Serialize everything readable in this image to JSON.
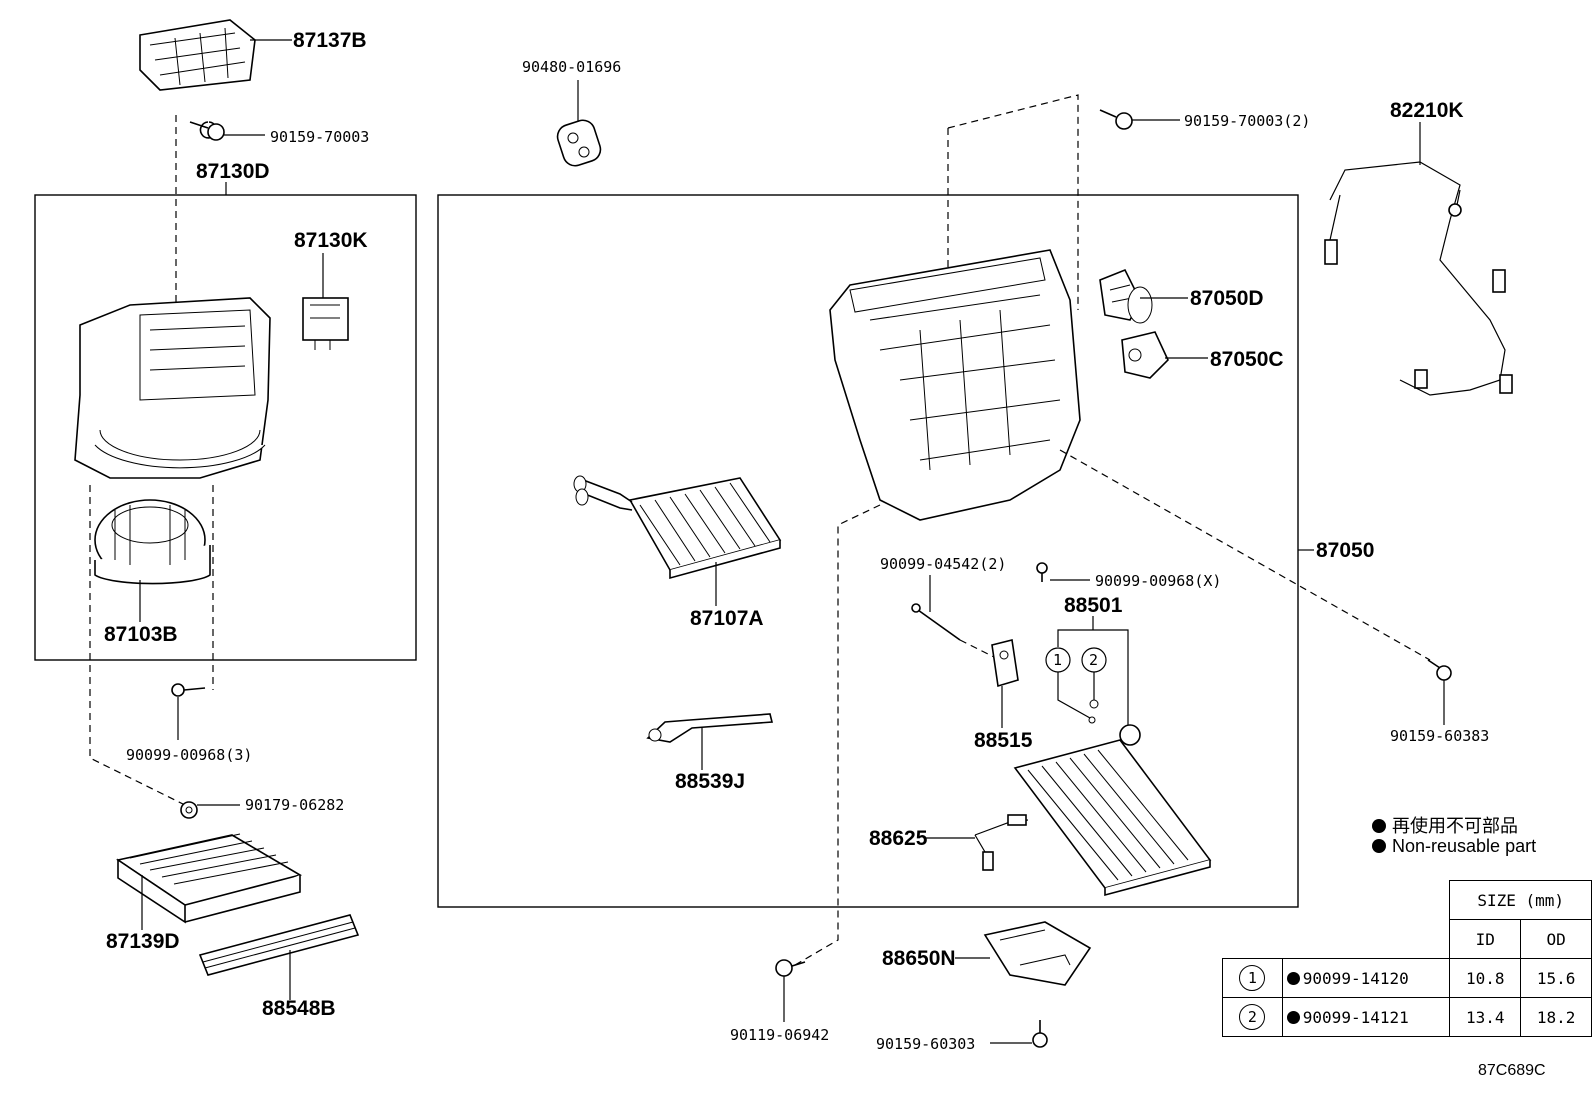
{
  "labels": {
    "p87137B": "87137B",
    "p90480": "90480-01696",
    "p90159_70003": "90159-70003",
    "p90159_70003_2": "90159-70003(2)",
    "p82210K": "82210K",
    "p87130D": "87130D",
    "p87130K": "87130K",
    "p87050D": "87050D",
    "p87050C": "87050C",
    "p87103B": "87103B",
    "p87107A": "87107A",
    "p87050": "87050",
    "p90099_04542": "90099-04542(2)",
    "p90099_00968X": "90099-00968(X)",
    "p88501": "88501",
    "p88515": "88515",
    "p90159_60383": "90159-60383",
    "p90099_00968_3": "90099-00968(3)",
    "p88539J": "88539J",
    "p90179": "90179-06282",
    "p88625": "88625",
    "p87139D": "87139D",
    "p88548B": "88548B",
    "p88650N": "88650N",
    "p90119": "90119-06942",
    "p90159_60303": "90159-60303",
    "c1": "1",
    "c2": "2"
  },
  "legend": {
    "line1": "再使用不可部品",
    "line2": "Non-reusable part"
  },
  "size_table": {
    "header": "SIZE (mm)",
    "col_id": "ID",
    "col_od": "OD",
    "rows": [
      {
        "ref": "1",
        "part": "90099-14120",
        "id": "10.8",
        "od": "15.6"
      },
      {
        "ref": "2",
        "part": "90099-14121",
        "id": "13.4",
        "od": "18.2"
      }
    ]
  },
  "diagram_code": "87C689C"
}
